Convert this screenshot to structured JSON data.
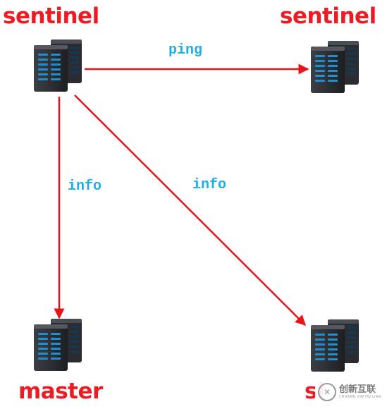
{
  "nodes": {
    "sentinel_left": {
      "label": "sentinel",
      "icon": "server-rack-icon"
    },
    "sentinel_right": {
      "label": "sentinel",
      "icon": "server-rack-icon"
    },
    "master": {
      "label": "master",
      "icon": "server-rack-icon"
    },
    "slave": {
      "label": "sl",
      "icon": "server-rack-icon"
    }
  },
  "edges": {
    "ping": {
      "label": "ping"
    },
    "info_master": {
      "label": "info"
    },
    "info_slave": {
      "label": "info"
    }
  },
  "watermark": {
    "main": "创新互联",
    "sub": "CHUANG XIN HU LIAN"
  },
  "colors": {
    "node_label": "#ed1c24",
    "edge_label": "#1cb0e8",
    "arrow": "#e8141a"
  }
}
